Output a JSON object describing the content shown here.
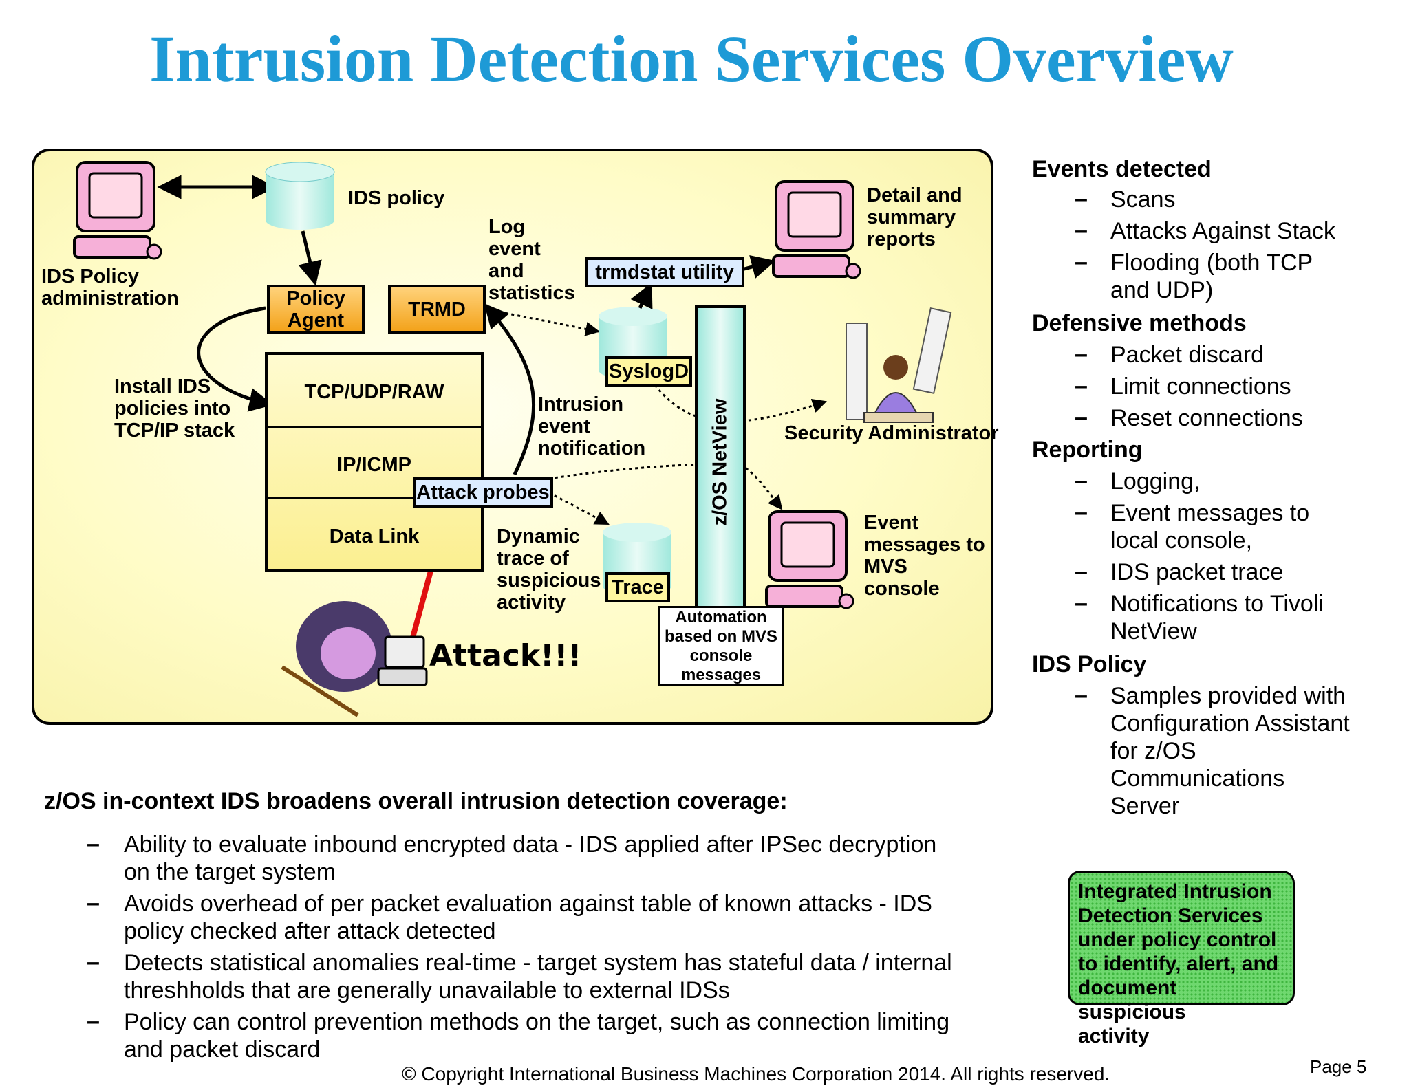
{
  "title": "Intrusion Detection Services Overview",
  "diagram": {
    "ids_policy_label": "IDS policy",
    "ids_policy_admin": [
      "IDS Policy",
      "administration"
    ],
    "policy_agent": [
      "Policy",
      "Agent"
    ],
    "trmd": "TRMD",
    "log_event": [
      "Log",
      "event",
      "and",
      "statistics"
    ],
    "trmdstat": "trmdstat utility",
    "detail_reports": [
      "Detail and",
      "summary",
      "reports"
    ],
    "install_ids": [
      "Install IDS",
      "policies into",
      "TCP/IP stack"
    ],
    "stack": [
      "TCP/UDP/RAW",
      "IP/ICMP",
      "Data Link"
    ],
    "syslogd": "SyslogD",
    "intrusion_event": [
      "Intrusion",
      "event",
      "notification"
    ],
    "security_admin": "Security Administrator",
    "attack_probes": "Attack probes",
    "dynamic_trace": [
      "Dynamic",
      "trace of",
      "suspicious",
      "activity"
    ],
    "trace": "Trace",
    "netview": "z/OS NetView",
    "automation": [
      "Automation",
      "based on MVS",
      "console",
      "messages"
    ],
    "event_messages": [
      "Event",
      "messages to",
      "MVS",
      "console"
    ],
    "attack": "Attack!!!"
  },
  "right_list": [
    {
      "heading": "Events detected",
      "items": [
        [
          "Scans"
        ],
        [
          "Attacks Against Stack"
        ],
        [
          "Flooding (both TCP",
          "and UDP)"
        ]
      ]
    },
    {
      "heading": "Defensive methods",
      "items": [
        [
          "Packet discard"
        ],
        [
          "Limit connections"
        ],
        [
          "Reset connections"
        ]
      ]
    },
    {
      "heading": "Reporting",
      "items": [
        [
          "Logging,"
        ],
        [
          "Event messages to",
          "local console,"
        ],
        [
          "IDS packet trace"
        ],
        [
          "Notifications to Tivoli",
          "NetView"
        ]
      ]
    },
    {
      "heading": "IDS Policy",
      "items": [
        [
          "Samples provided with",
          "Configuration Assistant",
          "for z/OS",
          "Communications",
          "Server"
        ]
      ]
    }
  ],
  "summary": {
    "heading": "z/OS in-context IDS broadens overall intrusion detection coverage:",
    "bullets": [
      [
        "Ability to evaluate inbound encrypted data - IDS applied after IPSec decryption",
        "on the target system"
      ],
      [
        "Avoids overhead of per packet evaluation against table of known attacks - IDS",
        "policy checked after attack detected"
      ],
      [
        "Detects statistical anomalies real-time - target system has stateful data / internal",
        "threshholds that are generally unavailable to external IDSs"
      ],
      [
        "Policy can control prevention methods on the target, such as connection limiting",
        "and packet discard"
      ]
    ]
  },
  "callout": [
    "Integrated Intrusion",
    "Detection Services",
    "under policy control",
    "to identify, alert, and",
    "document suspicious",
    "activity"
  ],
  "dash": "–",
  "copyright": "© Copyright International Business Machines Corporation 2014.  All rights reserved.",
  "page": "Page 5",
  "colors": {
    "title": "#1e9ad6",
    "callout": "#6fd86f",
    "attack_arrow": "#e01010"
  }
}
